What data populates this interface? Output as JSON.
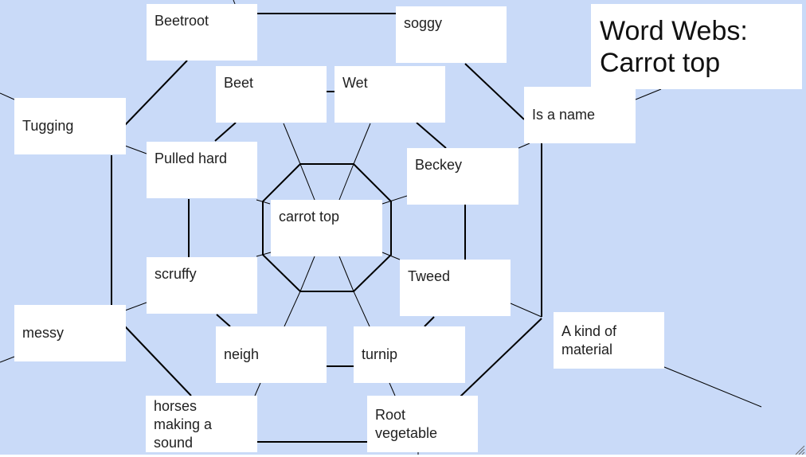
{
  "colors": {
    "background": "#c9daf8",
    "card": "#ffffff",
    "line": "#000000"
  },
  "title": "Word Webs:\nCarrot top",
  "words": {
    "center": "carrot top",
    "beetroot": "Beetroot",
    "soggy": "soggy",
    "beet": "Beet",
    "wet": "Wet",
    "tugging": "Tugging",
    "is_a_name": "Is a name",
    "pulled_hard": "Pulled hard",
    "beckey": "Beckey",
    "scruffy": "scruffy",
    "tweed": "Tweed",
    "messy": "messy",
    "a_kind_of_material": "A kind of\nmaterial",
    "neigh": "neigh",
    "turnip": "turnip",
    "horses_making_a_sound": "horses\nmaking a\nsound",
    "root_vegetable": "Root\nvegetable"
  },
  "icons": {
    "resize": "resize-grip-icon"
  }
}
